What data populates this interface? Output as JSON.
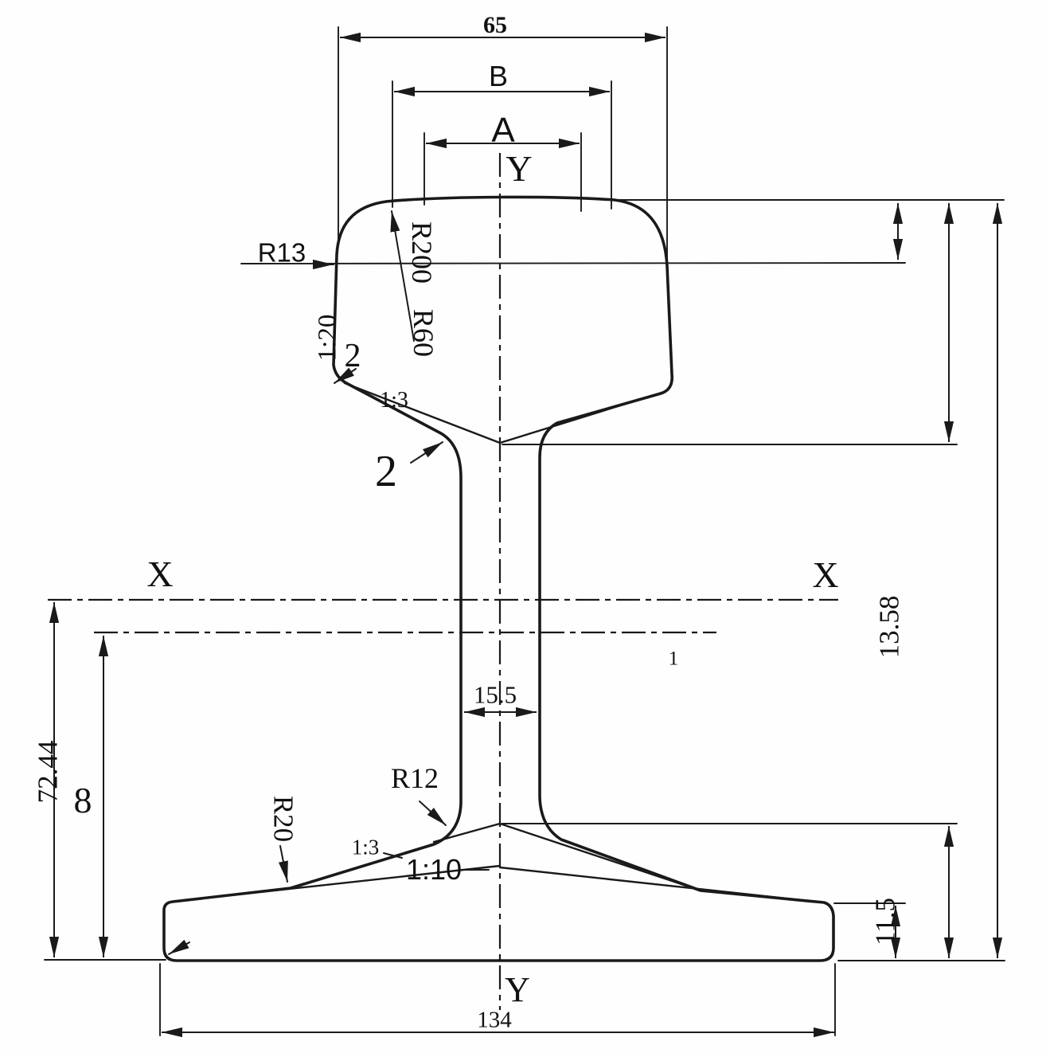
{
  "drawing": {
    "type": "rail-cross-section-engineering-drawing",
    "line_color": "#1a1a1a",
    "background": "#fefefe",
    "labels": {
      "head_width": "65",
      "dim_b": "B",
      "dim_a": "A",
      "axis_y_top": "Y",
      "r13": "R13",
      "r200": "R200",
      "r60": "R60",
      "slope_1_20": "1:20",
      "chamfer_2": "2",
      "slope_1_3_head": "1:3",
      "zone_2": "2",
      "axis_x_left": "X",
      "axis_x_right": "X",
      "dim_13_58": "13.58",
      "web_thickness": "15.5",
      "ref_1": "1",
      "r12": "R12",
      "r20": "R20",
      "slope_1_3_foot": "1:3",
      "slope_1_10": "1:10",
      "dim_72_44": "72.44",
      "dim_8": "8",
      "dim_11_5": "11.5",
      "axis_y_bottom": "Y",
      "foot_width": "134"
    }
  }
}
